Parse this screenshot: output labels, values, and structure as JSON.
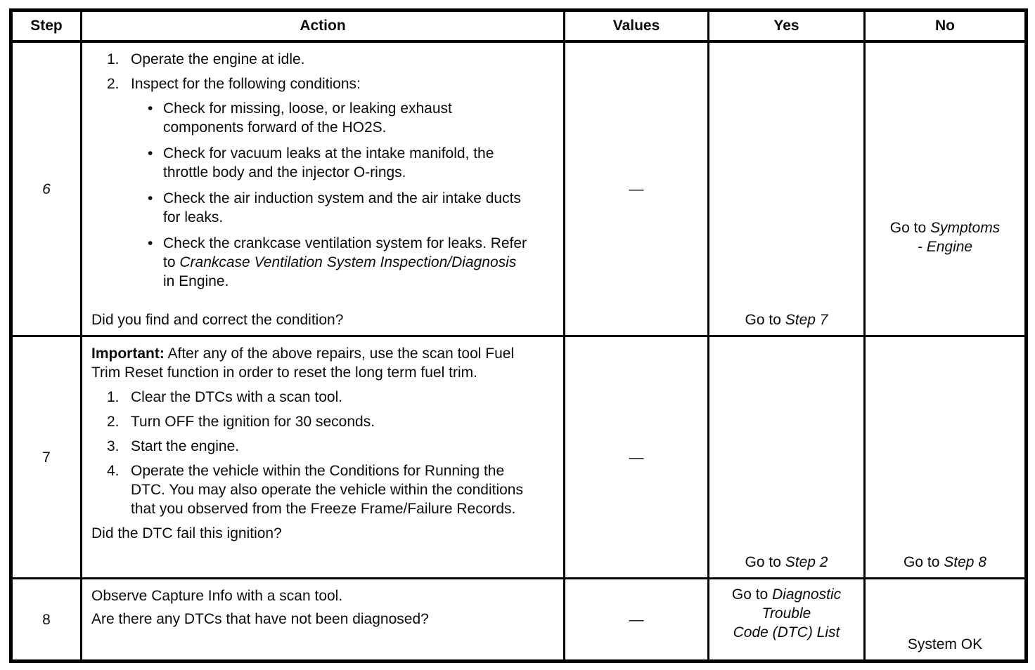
{
  "glyphs": {
    "bullet": "•"
  },
  "header": {
    "step": "Step",
    "action": "Action",
    "values": "Values",
    "yes": "Yes",
    "no": "No"
  },
  "rows": [
    {
      "step": "6",
      "numbered": [
        {
          "marker": "1.",
          "text": "Operate the engine at idle."
        },
        {
          "marker": "2.",
          "text": "Inspect for the following conditions:"
        }
      ],
      "bullets": [
        {
          "text": "Check for missing, loose, or leaking exhaust components forward of the HO2S."
        },
        {
          "text": "Check for vacuum leaks at the intake manifold, the throttle body and the injector O-rings."
        },
        {
          "text": "Check the air induction system and the air intake ducts for leaks."
        },
        {
          "pre": "Check the crankcase ventilation system for leaks. Refer to ",
          "italic": "Crankcase Ventilation System Inspection/Diagnosis",
          "post": " in Engine."
        }
      ],
      "question": "Did you find and correct the condition?",
      "values": "—",
      "yes": {
        "pre": "Go to ",
        "italic": "Step 7"
      },
      "no": {
        "pre": "Go to ",
        "italic": "Symptoms\n- Engine"
      }
    },
    {
      "step": "7",
      "important": {
        "bold": "Important:",
        "text": " After any of the above repairs, use the scan tool Fuel Trim Reset function in order to reset the long term fuel trim."
      },
      "numbered": [
        {
          "marker": "1.",
          "text": "Clear the DTCs with a scan tool."
        },
        {
          "marker": "2.",
          "text": "Turn OFF the ignition for 30 seconds."
        },
        {
          "marker": "3.",
          "text": "Start the engine."
        },
        {
          "marker": "4.",
          "text": "Operate the vehicle within the Conditions for Running the DTC. You may also operate the vehicle within the conditions that you observed from the Freeze Frame/Failure Records."
        }
      ],
      "question": "Did the DTC fail this ignition?",
      "values": "—",
      "yes": {
        "pre": "Go to ",
        "italic": "Step 2"
      },
      "no": {
        "pre": "Go to ",
        "italic": "Step 8"
      }
    },
    {
      "step": "8",
      "lines": [
        "Observe Capture Info with a scan tool.",
        "Are there any DTCs that have not been diagnosed?"
      ],
      "values": "—",
      "yes": {
        "pre": "Go to ",
        "italic": "Diagnostic\nTrouble\nCode (DTC) List"
      },
      "no": "System OK"
    }
  ]
}
